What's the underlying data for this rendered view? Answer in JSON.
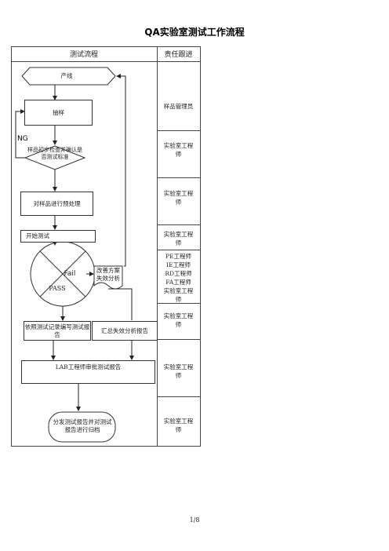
{
  "title": "QA实验室测试工作流程",
  "header": {
    "flow": "测试流程",
    "responsibility": "责任跟进"
  },
  "flow": {
    "start": "产线",
    "sampling": "抽样",
    "ng": "NG",
    "initial_check": "样品初步检查并确认是否测试标准",
    "pretreatment": "对样品进行预处理",
    "start_test": "开始测试",
    "fail": "Fail",
    "pass": "PASS",
    "improve": "改善方案失效分析",
    "write_report": "依照测试记录编写测试报告",
    "summary_report": "汇总失效分析报告",
    "approve": "LAB工程师审批测试报告",
    "distribute": "分发测试报告并对测试报告进行归档"
  },
  "responsibility": [
    "样品管理员",
    "实验室工程师",
    "实验室工程师",
    "实验室工程师",
    "PE工程师 IE工程师 RD工程师 FA工程师 实验室工程师",
    "实验室工程师",
    "实验室工程师",
    "实验室工程师"
  ],
  "page_number": "1/8"
}
